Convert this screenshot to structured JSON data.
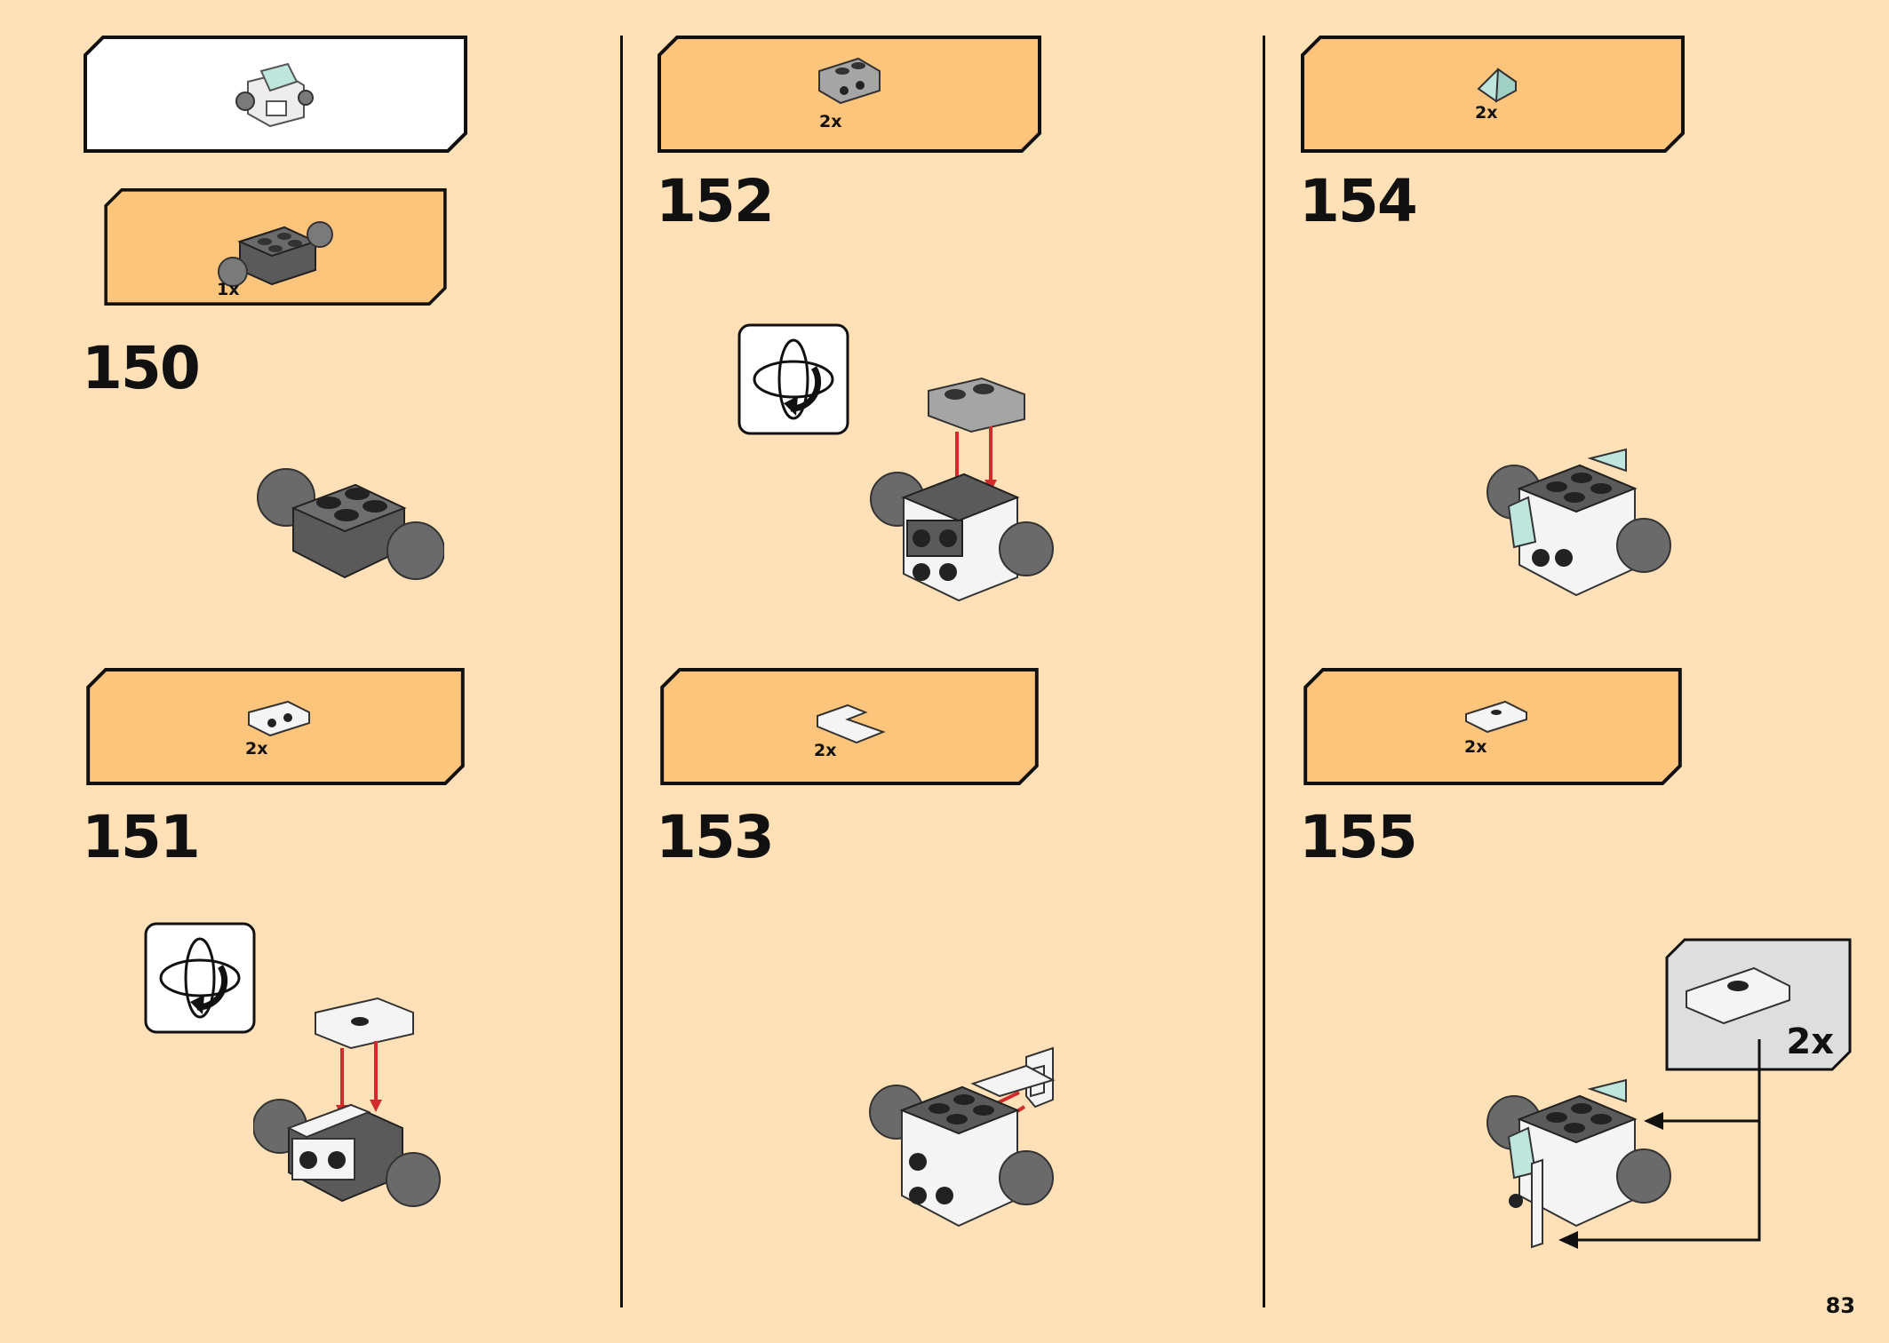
{
  "steps": [
    {
      "number": "150",
      "part_qty": "1x"
    },
    {
      "number": "151",
      "part_qty": "2x"
    },
    {
      "number": "152",
      "part_qty": "2x"
    },
    {
      "number": "153",
      "part_qty": "2x"
    },
    {
      "number": "154",
      "part_qty": "2x"
    },
    {
      "number": "155",
      "part_qty": "2x"
    }
  ],
  "sub_callout": {
    "qty": "2x"
  },
  "page": {
    "number": "83"
  },
  "colors": {
    "background": "#FFE0B7",
    "callout_fill": "#FDC47C",
    "callout_white": "#FFFFFF",
    "sub_callout_fill": "#DEDEDE",
    "dark_brick": "#5A5A5A",
    "light_grey_brick": "#A5A5A5",
    "white_brick": "#F4F4F4",
    "trans_clear_green": "#BEE6DD",
    "arrow_red": "#D22B2B"
  },
  "icons": [
    "rotate-model-icon",
    "insert-arrow-icon"
  ]
}
